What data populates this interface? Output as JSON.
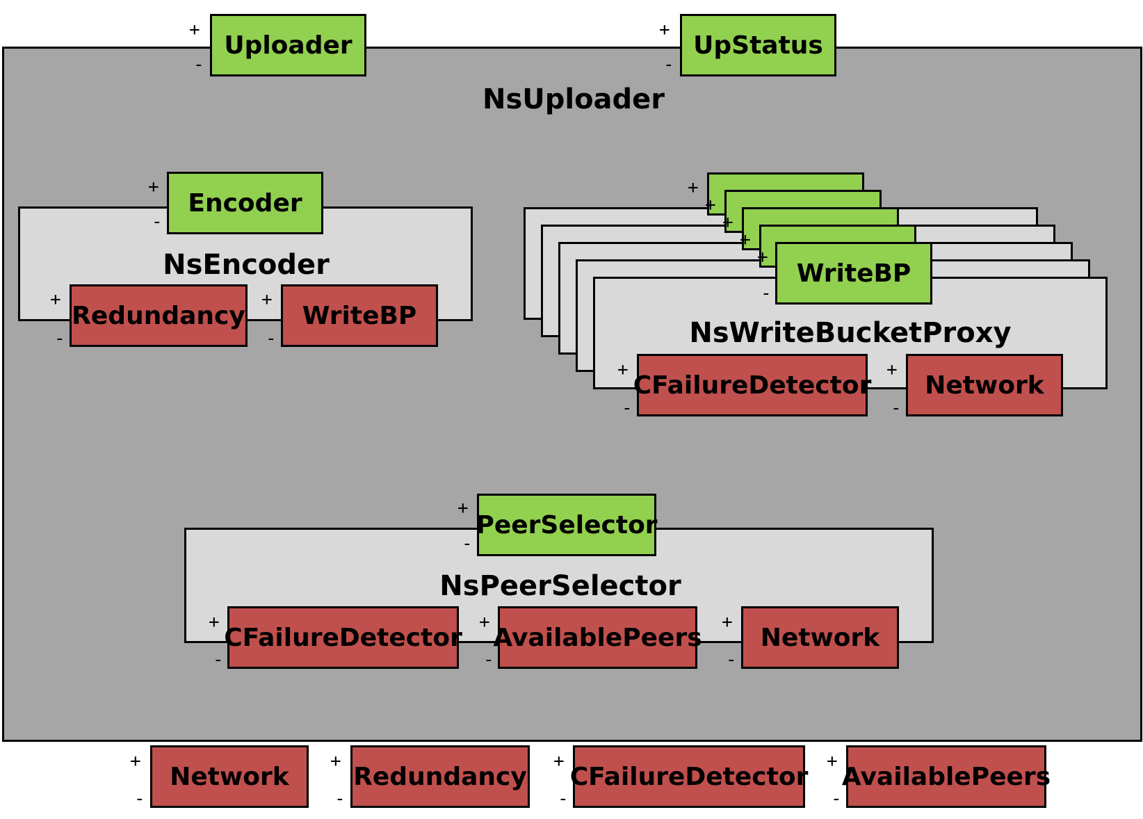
{
  "colors": {
    "outer": "#a6a6a6",
    "inner": "#d9d9d9",
    "provided": "#92d050",
    "required": "#c0504d"
  },
  "signs": {
    "plus": "+",
    "minus": "-"
  },
  "outer": {
    "title": "NsUploader",
    "provided": [
      "Uploader",
      "UpStatus"
    ],
    "required": [
      "Network",
      "Redundancy",
      "CFailureDetector",
      "AvailablePeers"
    ]
  },
  "encoder": {
    "title": "NsEncoder",
    "provided": "Encoder",
    "required": [
      "Redundancy",
      "WriteBP"
    ]
  },
  "write_bucket_proxy": {
    "title": "NsWriteBucketProxy",
    "provided": "WriteBP",
    "required": [
      "CFailureDetector",
      "Network"
    ],
    "stack_count": 5
  },
  "peer_selector": {
    "title": "NsPeerSelector",
    "provided": "PeerSelector",
    "required": [
      "CFailureDetector",
      "AvailablePeers",
      "Network"
    ]
  }
}
